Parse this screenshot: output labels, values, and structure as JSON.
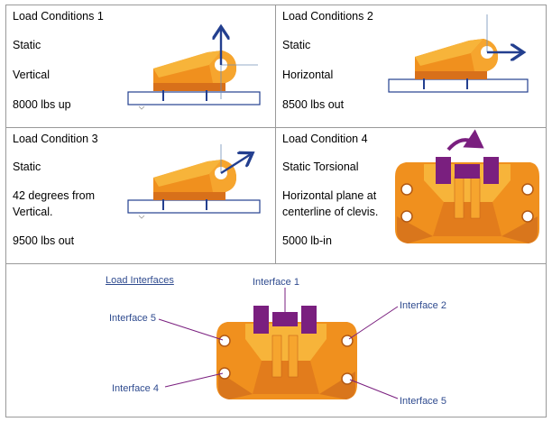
{
  "panels": [
    {
      "title": "Load Conditions  1",
      "type": "Static",
      "direction": "Vertical",
      "load": "8000 lbs up"
    },
    {
      "title": "Load Conditions 2",
      "type": "Static",
      "direction": "Horizontal",
      "load": "8500 lbs out"
    },
    {
      "title": "Load Condition 3",
      "type": "Static",
      "direction_line1": "42 degrees from",
      "direction_line2": "Vertical.",
      "load": "9500 lbs out"
    },
    {
      "title": "Load Condition 4",
      "type": "Static  Torsional",
      "direction_line1": "Horizontal plane at",
      "direction_line2": "centerline of clevis.",
      "load": "5000 lb-in"
    }
  ],
  "interfaces": {
    "title": "Load Interfaces",
    "labels": [
      "Interface 1",
      "Interface 2",
      "Interface 5",
      "Interface 5",
      "Interface 4"
    ]
  },
  "colors": {
    "part_orange": "#f0901e",
    "part_light": "#f7b43a",
    "part_dark": "#d8701a",
    "clamp_purple": "#7a1f7f",
    "arrow_blue": "#233f8f",
    "label_blue": "#2f4b8f"
  }
}
